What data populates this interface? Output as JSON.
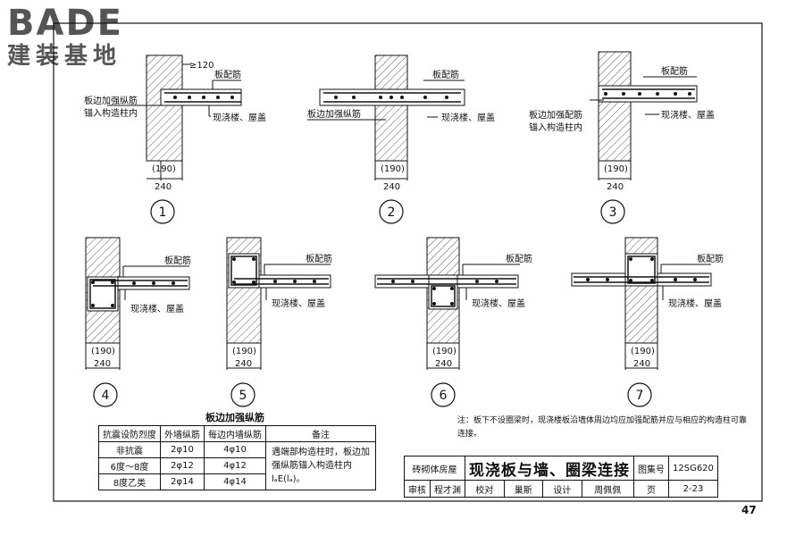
{
  "logo": {
    "en": "BADE",
    "cn": "建装基地"
  },
  "figures": [
    {
      "num": "1",
      "label_top": "板配筋",
      "label_bottom": "现浇楼、屋盖",
      "label_left": "板边加强纵筋\n锚入构造柱内",
      "dim1": "(190)",
      "dim2": "240",
      "dim_top": "≥120"
    },
    {
      "num": "2",
      "label_top": "板配筋",
      "label_bottom": "现浇楼、屋盖",
      "label_left": "板边加强纵筋",
      "dim1": "(190)",
      "dim2": "240"
    },
    {
      "num": "3",
      "label_top": "板配筋",
      "label_bottom": "现浇楼、屋盖",
      "label_left": "板边加强配筋\n锚入构造柱内",
      "dim1": "(190)",
      "dim2": "240"
    },
    {
      "num": "4",
      "label_top": "板配筋",
      "label_bottom": "现浇楼、屋盖",
      "dim1": "(190)",
      "dim2": "240"
    },
    {
      "num": "5",
      "label_top": "板配筋",
      "label_bottom": "现浇楼、屋盖",
      "dim1": "(190)",
      "dim2": "240"
    },
    {
      "num": "6",
      "label_top": "板配筋",
      "label_bottom": "现浇楼、屋盖",
      "dim1": "(190)",
      "dim2": "240"
    },
    {
      "num": "7",
      "label_top": "板配筋",
      "label_bottom": "现浇楼、屋盖",
      "dim1": "(190)",
      "dim2": "240"
    }
  ],
  "table": {
    "title": "板边加强纵筋",
    "headers": [
      "抗震设防烈度",
      "外墙纵筋",
      "每边内墙纵筋",
      "备注"
    ],
    "rows": [
      [
        "非抗震",
        "2φ10",
        "4φ10"
      ],
      [
        "6度～8度",
        "2φ12",
        "4φ12"
      ],
      [
        "8度乙类",
        "2φ14",
        "4φ14"
      ]
    ],
    "remark": "遇端部构造柱时，板边加强纵筋锚入构造柱内lₐE(lₐ)。"
  },
  "note": "注：板下不设圈梁时，现浇楼板沿墙体周边均应加强配筋并应与相应的构造柱可靠连接。",
  "title_block": {
    "category": "砖砌体房屋",
    "title": "现浇板与墙、圈梁连接",
    "atlas_label": "图集号",
    "atlas_no": "12SG620",
    "review_label": "审核",
    "reviewer": "程才渊",
    "check_label": "校对",
    "checker": "巢斯",
    "design_label": "设计",
    "designer": "周佩佩",
    "page_label": "页",
    "page": "2-23"
  },
  "page_number": "47"
}
